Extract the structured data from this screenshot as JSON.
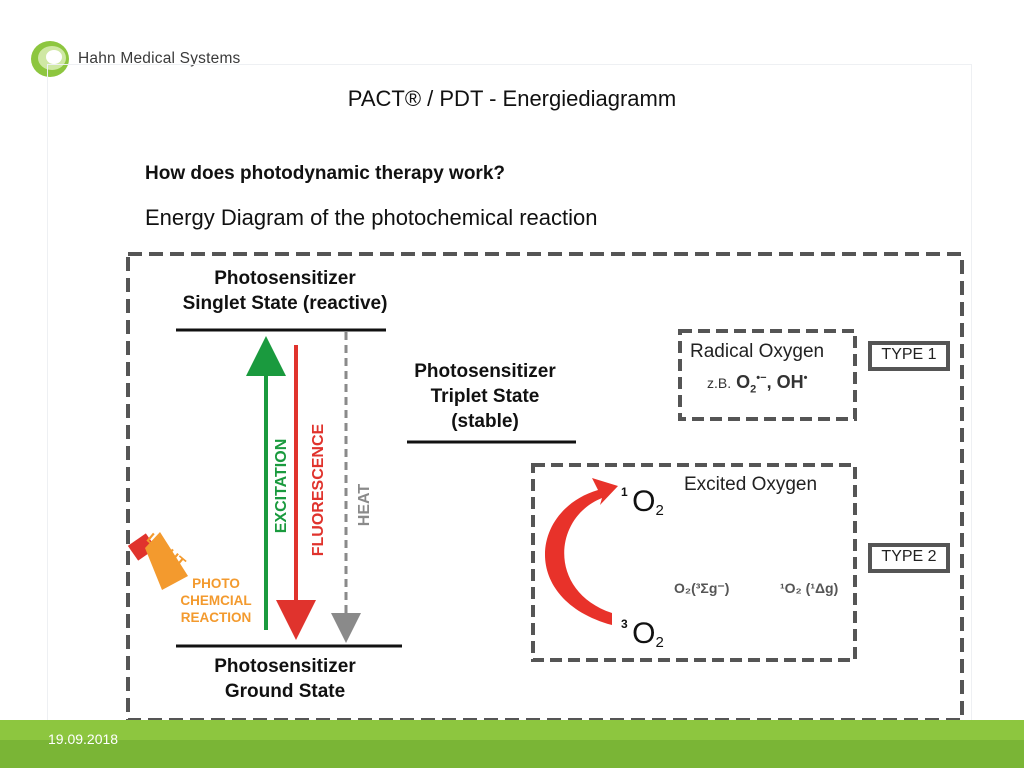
{
  "company": {
    "name": "Hahn Medical Systems"
  },
  "slide": {
    "title": "PACT® / PDT - Energiediagramm",
    "date": "19.09.2018"
  },
  "content": {
    "question": "How does photodynamic therapy work?",
    "subtitle": "Energy Diagram of the photochemical reaction"
  },
  "diagram": {
    "singlet": {
      "line1": "Photosensitizer",
      "line2": "Singlet State (reactive)"
    },
    "triplet": {
      "line1": "Photosensitizer",
      "line2": "Triplet State",
      "line3": "(stable)"
    },
    "ground": {
      "line1": "Photosensitizer",
      "line2": "Ground State"
    },
    "arrows": {
      "excitation": "EXCITATION",
      "fluorescence": "FLUORESCENCE",
      "heat": "HEAT"
    },
    "light": {
      "label": "LIGHT",
      "reaction_line1": "PHOTO",
      "reaction_line2": "CHEMCIAL",
      "reaction_line3": "REACTION"
    },
    "radical_box": {
      "title": "Radical Oxygen",
      "example_prefix": "z.B.",
      "species1": "O",
      "species1_sub": "2",
      "species1_sup": "•−",
      "species2": "OH",
      "species2_sup": "•"
    },
    "excited_box": {
      "title": "Excited Oxygen",
      "top_num": "1",
      "top_o": "O",
      "top_sub": "2",
      "bottom_num": "3",
      "bottom_o": "O",
      "bottom_sub": "2",
      "term1": "O₂(³Σg⁻)",
      "term2": "¹O₂ (¹Δg)"
    },
    "type1": "TYPE 1",
    "type2": "TYPE 2"
  },
  "colors": {
    "brand_green": "#8dc63f",
    "excitation": "#1a9a3e",
    "fluorescence": "#e0332d",
    "heat": "#8a8a8a",
    "light": "#f39a2e",
    "curve_red": "#e8322a"
  }
}
